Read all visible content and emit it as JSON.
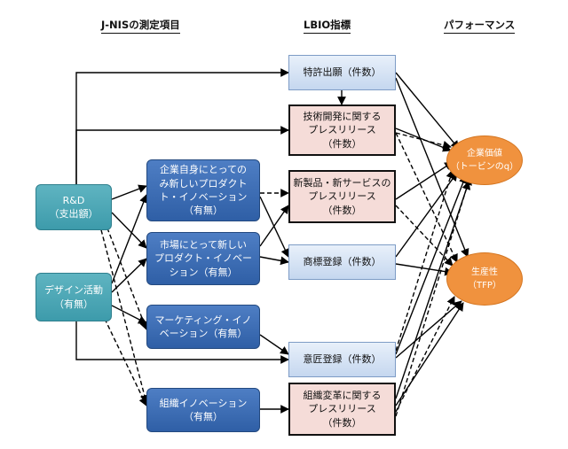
{
  "headers": {
    "jnis": "J-NISの測定項目",
    "lbio": "LBIO指標",
    "performance": "パフォーマンス"
  },
  "inputs": {
    "rd": "R&D\n（支出額）",
    "design": "デザイン活動\n（有無）"
  },
  "innovations": {
    "firm_new": "企業自身にとっての\nみ新しいプロダクト\nト・イノベーション\n（有無）",
    "market_new": "市場にとって新しい\nプロダクト・イノベー\nション（有無）",
    "marketing": "マーケティング・イノ\nベーション（有無）",
    "organization": "組織イノベーション\n（有無）"
  },
  "lbio": {
    "patent": "特許出願（件数）",
    "tech_press": "技術開発に関する\nプレスリリース\n（件数）",
    "product_press": "新製品・新サービスの\nプレスリリース\n（件数）",
    "trademark": "商標登録（件数）",
    "design_reg": "意匠登録（件数）",
    "org_press": "組織変革に関する\nプレスリリース\n（件数）"
  },
  "outcomes": {
    "value": "企業価値\n（トービンのq）",
    "tfp": "生産性\n（TFP）"
  },
  "colors": {
    "teal": "#3d9bab",
    "navy": "#2f5fa6",
    "light_blue": "#c5d7ef",
    "pink": "#f5dcd8",
    "orange": "#f0923e"
  }
}
